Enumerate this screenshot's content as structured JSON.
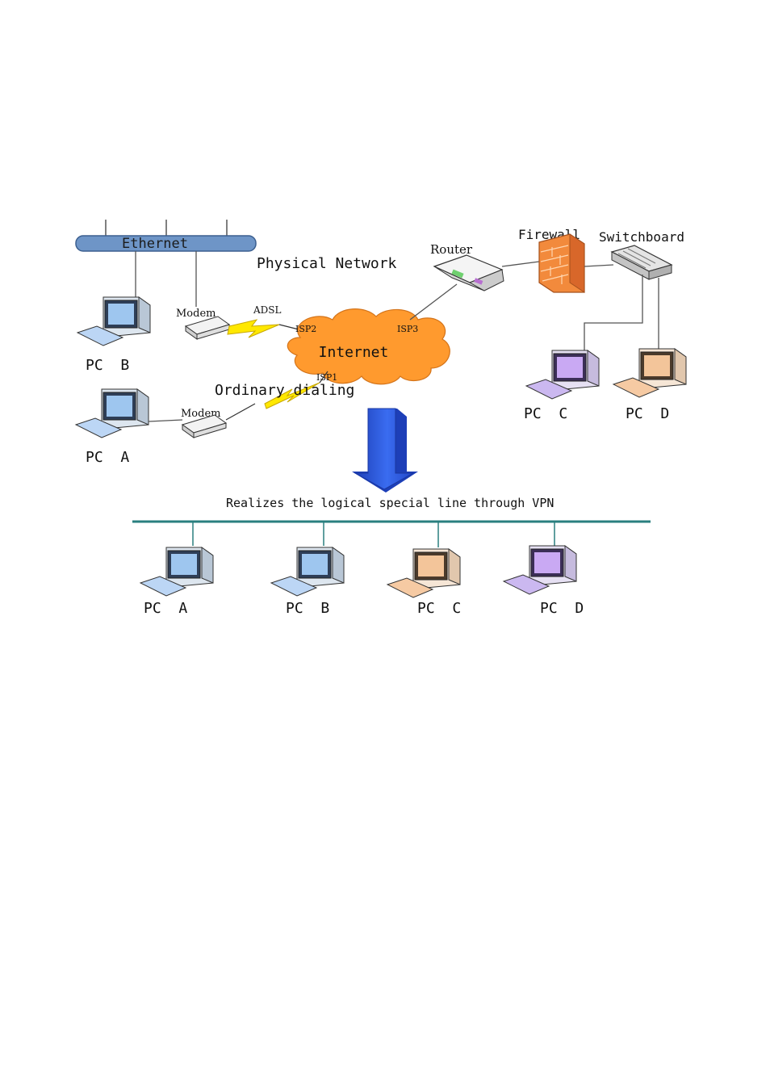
{
  "physical": {
    "ethernet_label": "Ethernet",
    "title": "Physical Network",
    "internet_label": "Internet",
    "ordinary_dialing": "Ordinary dialing",
    "adsl": "ADSL",
    "isp1": "ISP1",
    "isp2": "ISP2",
    "isp3": "ISP3",
    "modem_top": "Modem",
    "modem_bottom": "Modem",
    "router": "Router",
    "firewall": "Firewall",
    "switchboard": "Switchboard",
    "pc_b": "PC  B",
    "pc_a": "PC  A",
    "pc_c": "PC  C",
    "pc_d": "PC  D"
  },
  "logical": {
    "caption": "Realizes the logical special line through VPN",
    "pcs": [
      "PC  A",
      "PC  B",
      "PC  C",
      "PC  D"
    ]
  },
  "colors": {
    "ethernet_bar": "#6e95c7",
    "cloud": "#ff9a2e",
    "arrow": "#2f5fe0",
    "bus": "#2a7f7f",
    "lightning": "#ffe800",
    "firewall": "#f28a3c",
    "pc_blue": "#bcd6f5",
    "pc_purple": "#cbb8f0",
    "pc_peach": "#f6caa3"
  }
}
